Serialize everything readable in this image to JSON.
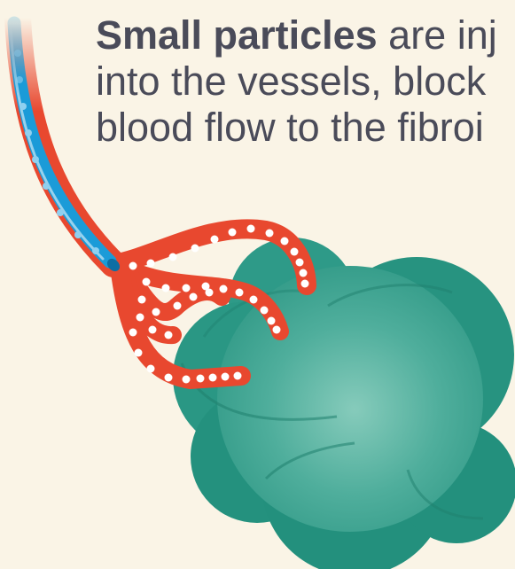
{
  "caption": {
    "bold_lead": "Small particles",
    "line1_rest": " are inj",
    "line2": "into the vessels, block",
    "line3": "blood flow to the fibroi"
  },
  "colors": {
    "background": "#faf4e6",
    "text": "#4a4b59",
    "vessel_red": "#e8482f",
    "catheter_blue": "#1b9bd8",
    "fibroid_teal": "#2b9886",
    "fibroid_highlight": "#86cbbb",
    "particle": "#ffffff"
  }
}
